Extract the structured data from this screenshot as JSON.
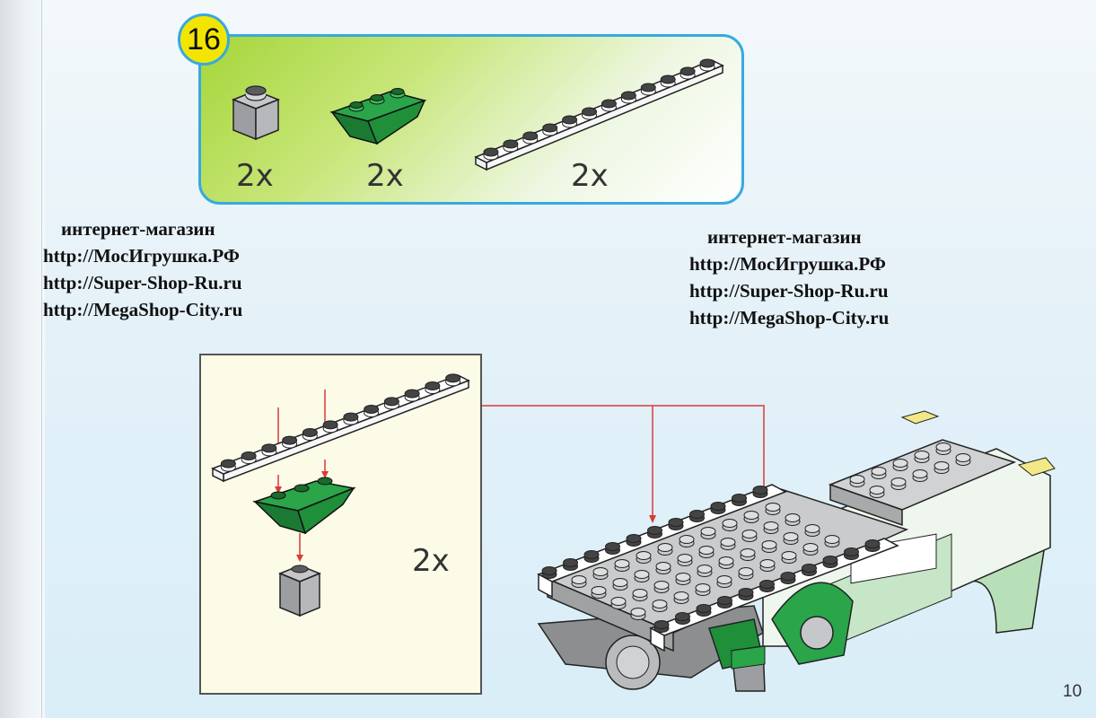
{
  "step": {
    "number": "16"
  },
  "parts": [
    {
      "name": "gray 1x1 brick",
      "qty": "2x"
    },
    {
      "name": "green inverted slope",
      "qty": "2x"
    },
    {
      "name": "white 1x12 plate",
      "qty": "2x"
    }
  ],
  "watermark_left": {
    "title": "интернет-магазин",
    "links": [
      "http://МосИгрушка.РФ",
      "http://Super-Shop-Ru.ru",
      "http://MegaShop-City.ru"
    ]
  },
  "watermark_right": {
    "title": "интернет-магазин",
    "links": [
      "http://МосИгрушка.РФ",
      "http://Super-Shop-Ru.ru",
      "http://MegaShop-City.ru"
    ]
  },
  "assembly": {
    "qty": "2x"
  },
  "page": {
    "number": "10"
  },
  "colors": {
    "panel_border": "#36a9e1",
    "badge": "#f2e600",
    "brick_green": "#1f8f3a",
    "brick_gray": "#a9abae",
    "arrow_red": "#d83a3a"
  }
}
